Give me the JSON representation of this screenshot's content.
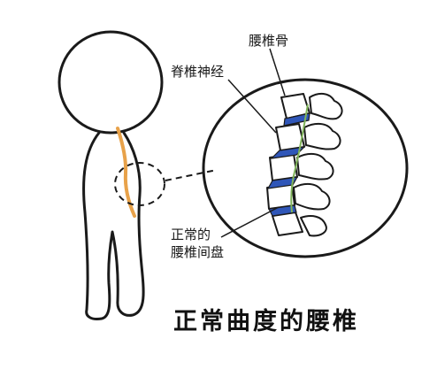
{
  "labels": {
    "lumbar_vertebra": "腰椎骨",
    "spinal_nerve": "脊椎神经",
    "normal_disc_line1": "正常的",
    "normal_disc_line2": "腰椎间盘"
  },
  "caption": "正常曲度的腰椎",
  "colors": {
    "outline": "#1a1a1a",
    "spine_curve": "#e8a24a",
    "disc": "#2f56b8",
    "background": "#ffffff"
  }
}
